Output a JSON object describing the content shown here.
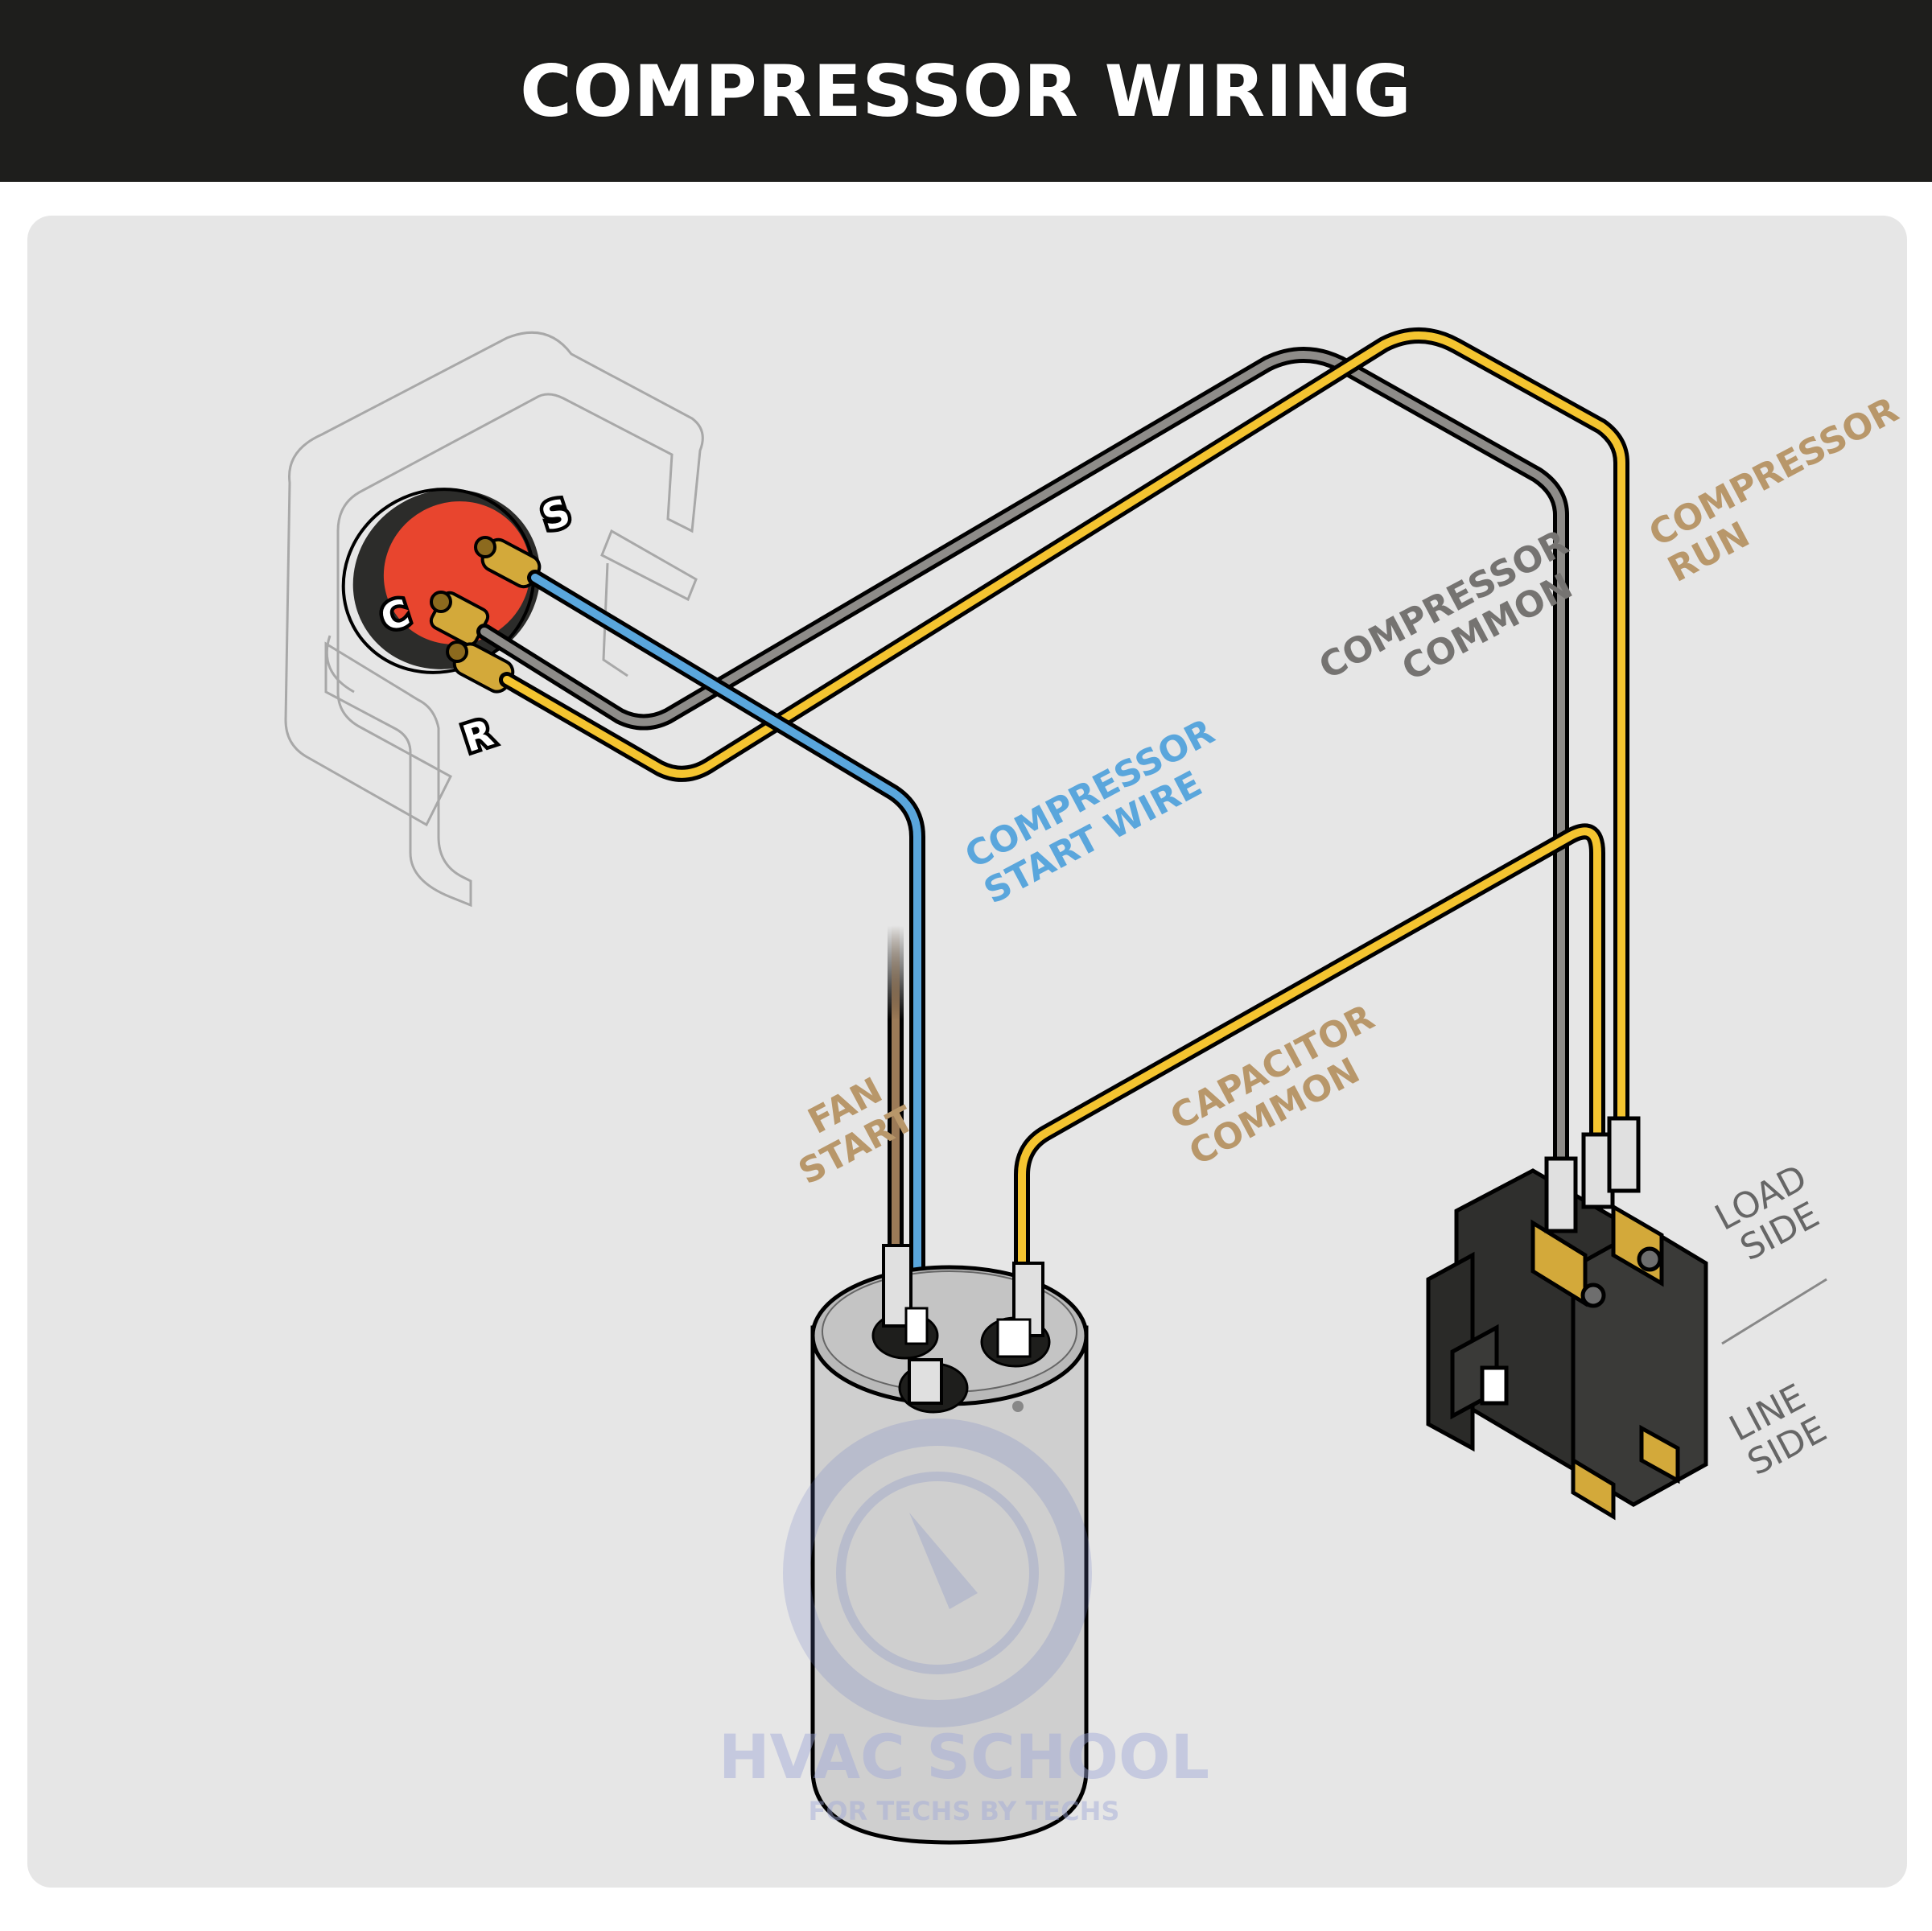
{
  "header": {
    "title": "COMPRESSOR WIRING"
  },
  "terminals": {
    "start": "S",
    "common": "C",
    "run": "R"
  },
  "wires": {
    "compressor_run": {
      "line1": "COMPRESSOR",
      "line2": "RUN",
      "color": "#f4c430"
    },
    "compressor_common": {
      "line1": "COMPRESSOR",
      "line2": "COMMON",
      "color": "#8e8c89"
    },
    "compressor_start": {
      "line1": "COMPRESSOR",
      "line2": "START WIRE",
      "color": "#5aa6dc"
    },
    "capacitor_common": {
      "line1": "CAPACITOR",
      "line2": "COMMON",
      "color": "#f4c430"
    },
    "fan_start": {
      "line1": "FAN",
      "line2": "START",
      "color": "#9b7a57"
    }
  },
  "contactor": {
    "load_side": {
      "line1": "LOAD",
      "line2": "SIDE"
    },
    "line_side": {
      "line1": "LINE",
      "line2": "SIDE"
    }
  },
  "watermark": {
    "name": "HVAC SCHOOL",
    "tagline": "FOR TECHS BY TECHS"
  },
  "colors": {
    "header_bg": "#1e1e1c",
    "panel_bg": "#e6e6e6",
    "label_tan": "#b8976a",
    "label_gray": "#757371",
    "label_blue": "#5aa6dc",
    "terminal_red": "#e8452e",
    "brass": "#d3a93a"
  }
}
